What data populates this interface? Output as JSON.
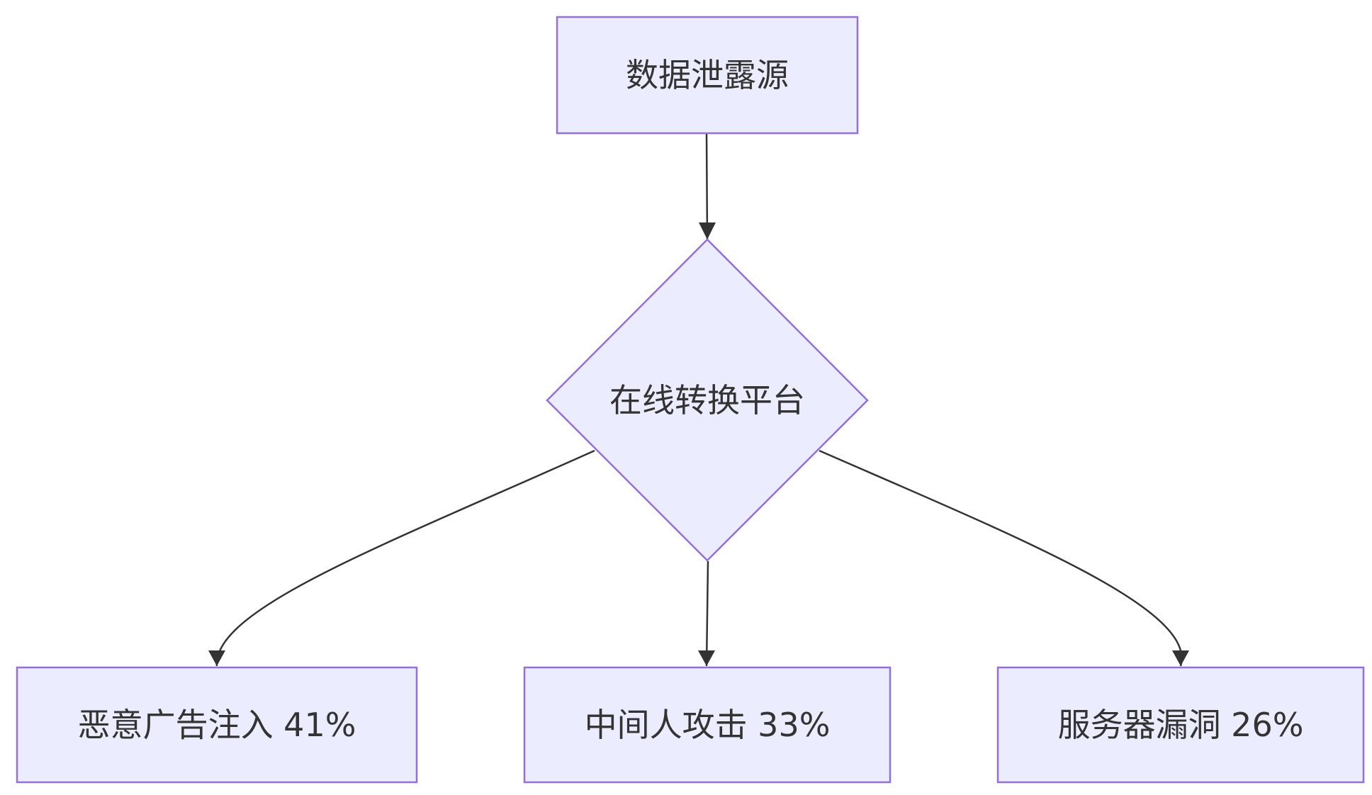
{
  "diagram": {
    "type": "flowchart",
    "colors": {
      "node_fill": "#ececff",
      "node_stroke": "#9370db",
      "edge": "#333333",
      "text": "#333333"
    },
    "nodes": {
      "source": {
        "label": "数据泄露源",
        "shape": "rectangle"
      },
      "platform": {
        "label": "在线转换平台",
        "shape": "diamond"
      },
      "ad_injection": {
        "label": "恶意广告注入 41%",
        "shape": "rectangle"
      },
      "mitm": {
        "label": "中间人攻击 33%",
        "shape": "rectangle"
      },
      "server_vuln": {
        "label": "服务器漏洞 26%",
        "shape": "rectangle"
      }
    },
    "edges": [
      {
        "from": "source",
        "to": "platform"
      },
      {
        "from": "platform",
        "to": "ad_injection"
      },
      {
        "from": "platform",
        "to": "mitm"
      },
      {
        "from": "platform",
        "to": "server_vuln"
      }
    ]
  }
}
